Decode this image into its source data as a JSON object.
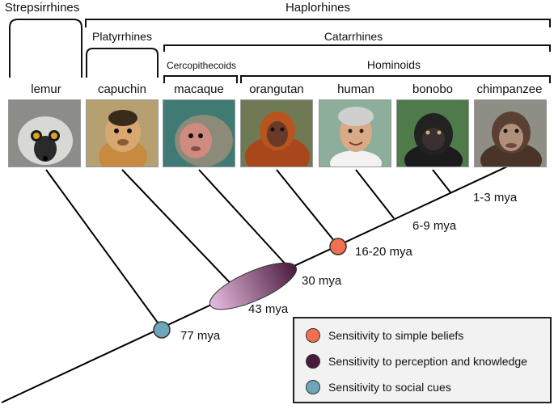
{
  "clades": {
    "strepsirrhines": "Strepsirrhines",
    "haplorhines": "Haplorhines",
    "platyrrhines": "Platyrrhines",
    "catarrhines": "Catarrhines",
    "cercopithecoids": "Cercopithecoids",
    "hominoids": "Hominoids"
  },
  "species": [
    {
      "label": "lemur",
      "photo": "lemur-photo"
    },
    {
      "label": "capuchin",
      "photo": "capuchin-photo"
    },
    {
      "label": "macaque",
      "photo": "macaque-photo"
    },
    {
      "label": "orangutan",
      "photo": "orangutan-photo"
    },
    {
      "label": "human",
      "photo": "human-photo"
    },
    {
      "label": "bonobo",
      "photo": "bonobo-photo"
    },
    {
      "label": "chimpanzee",
      "photo": "chimpanzee-photo"
    }
  ],
  "divergences": [
    "77 mya",
    "43 mya",
    "30 mya",
    "16-20 mya",
    "6-9 mya",
    "1-3 mya"
  ],
  "legend": [
    {
      "label": "Sensitivity to simple beliefs",
      "color": "#f2704f"
    },
    {
      "label": "Sensitivity to perception and knowledge",
      "color": "#4a1a3e"
    },
    {
      "label": "Sensitivity to social cues",
      "color": "#6ea5b8"
    }
  ],
  "colors": {
    "social_cues_node": "#6ea5b8",
    "perception_ellipse_dark": "#4a1a3e",
    "perception_ellipse_light": "#e6bde0",
    "simple_beliefs_node": "#f2704f"
  }
}
